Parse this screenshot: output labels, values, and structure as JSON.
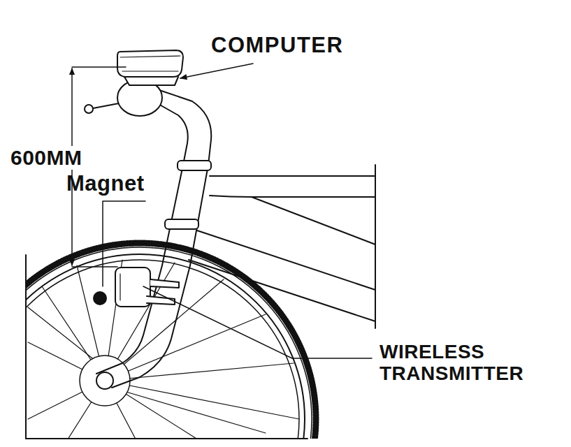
{
  "diagram": {
    "labels": [
      "COMPUTER",
      "600MM",
      "Magnet",
      "WIRELESS TRANSMITTER"
    ]
  }
}
